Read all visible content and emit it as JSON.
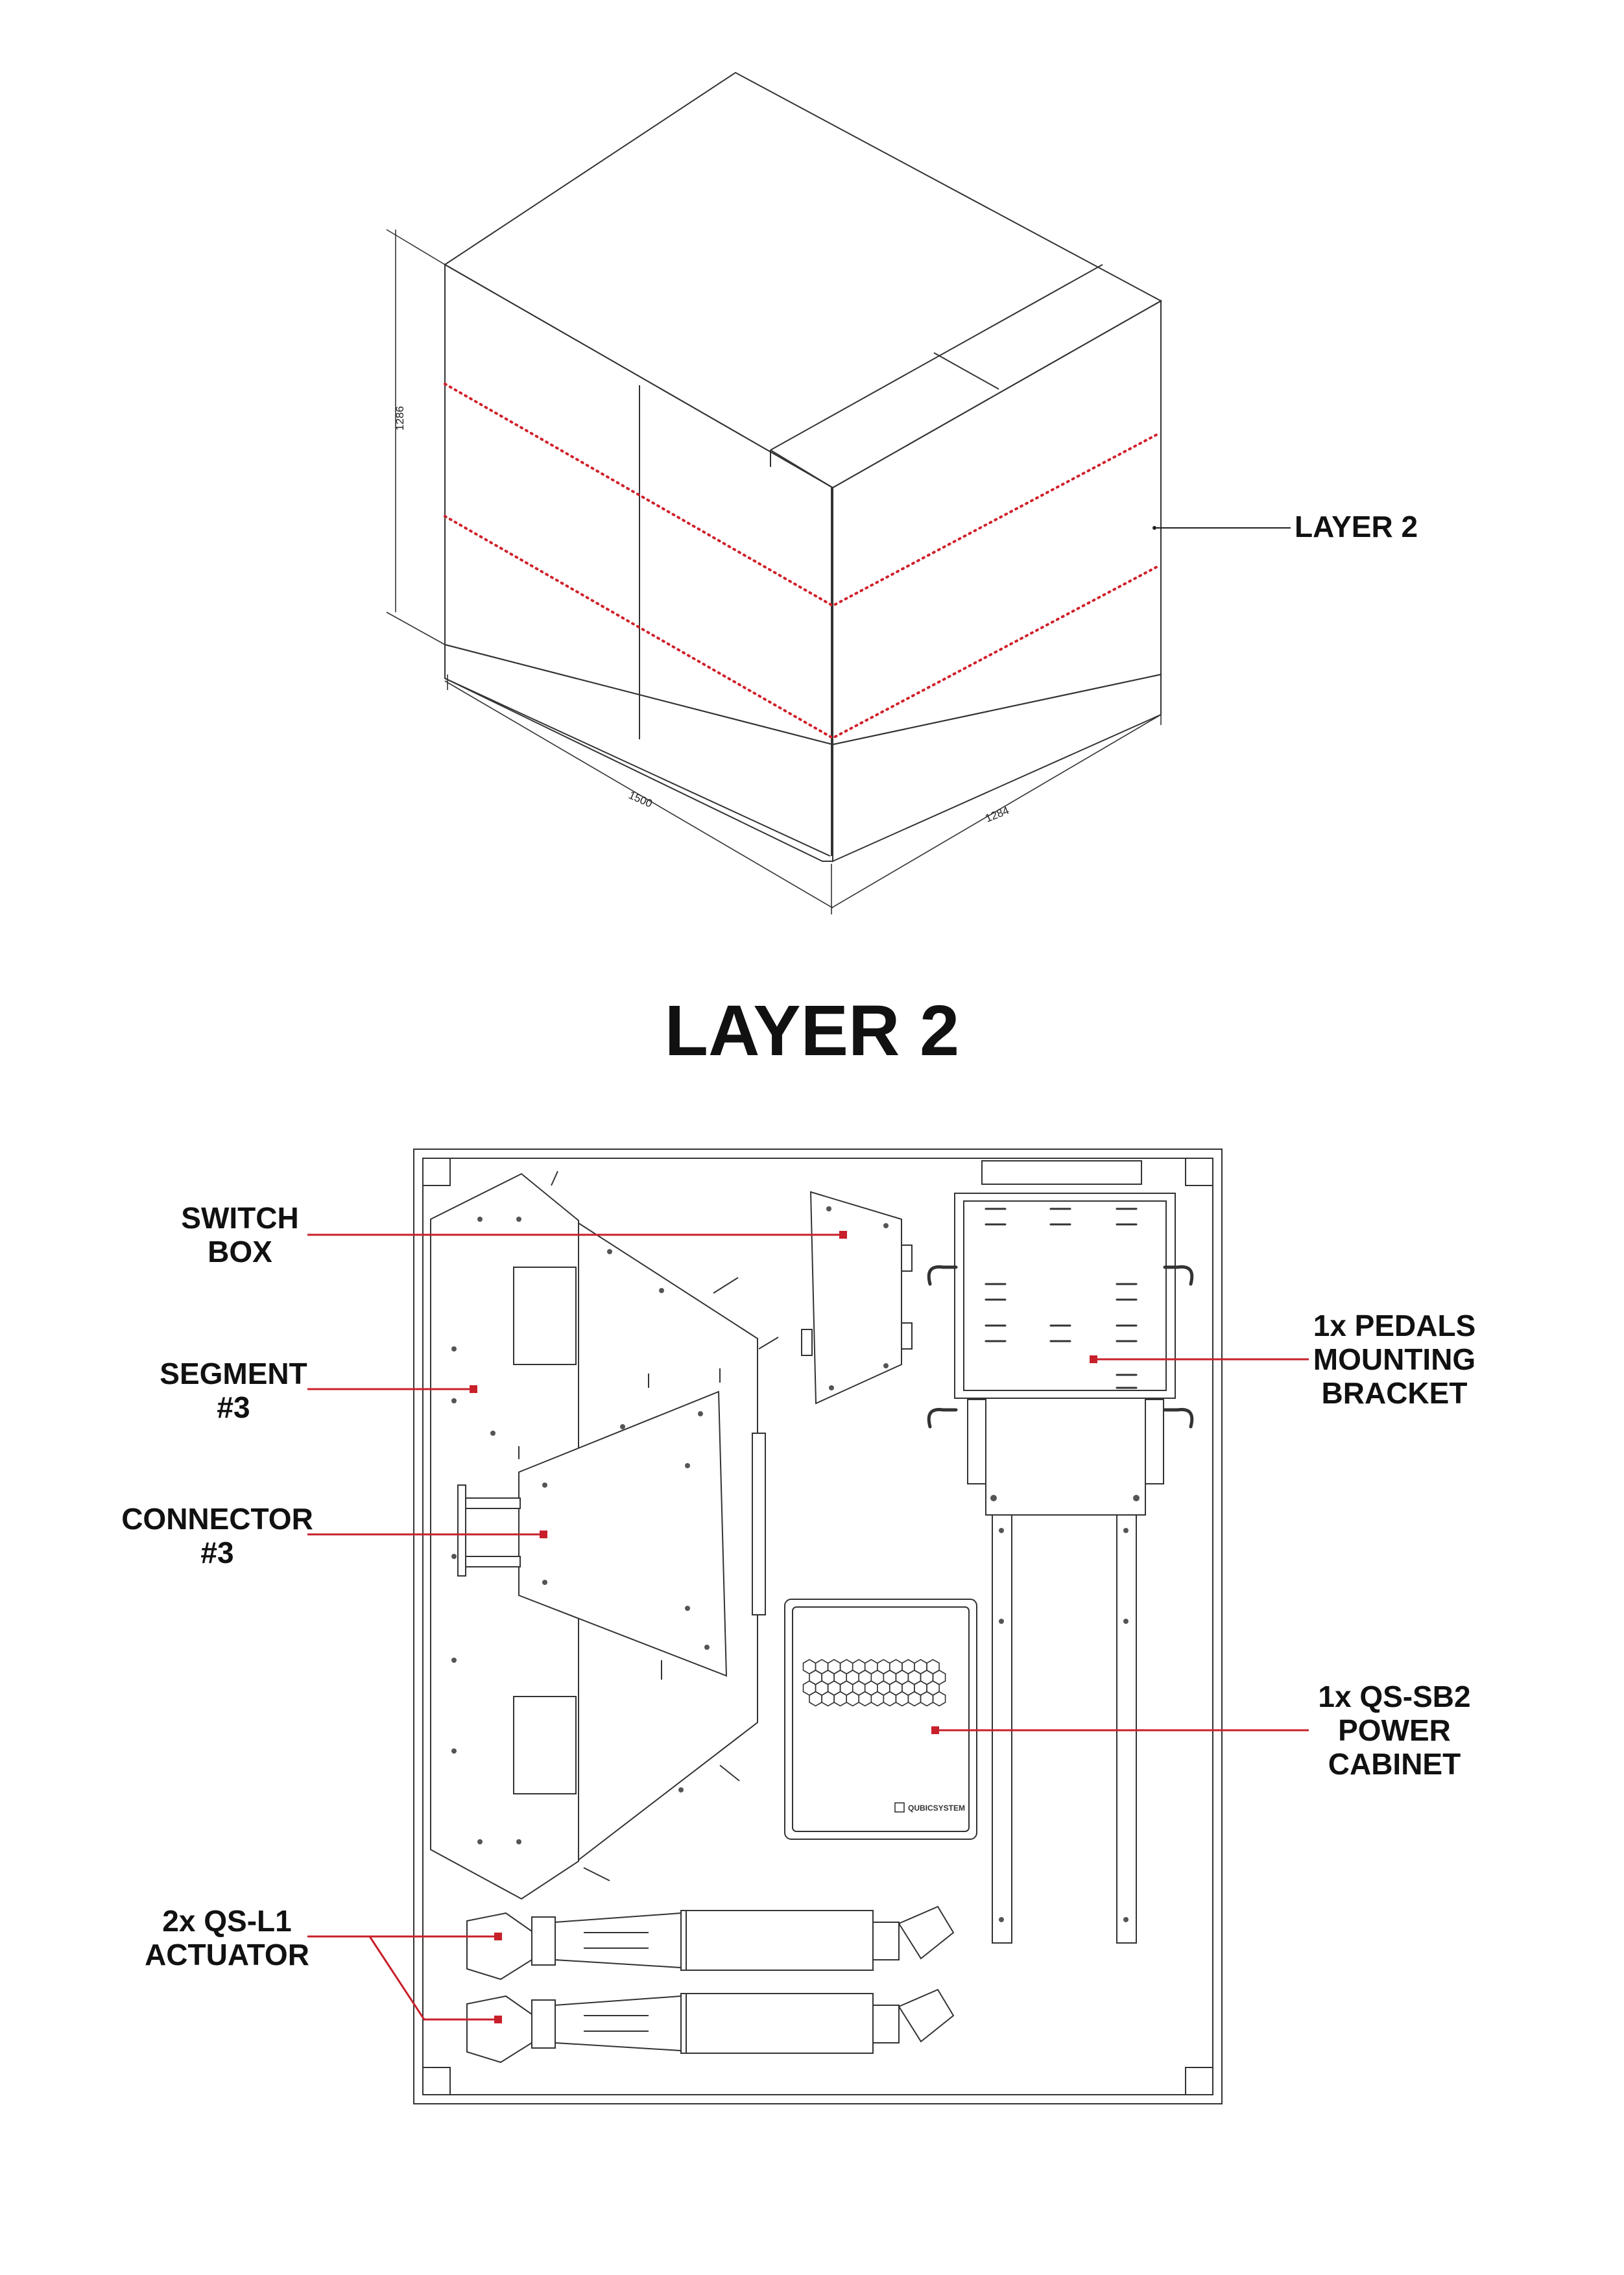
{
  "title": "LAYER 2",
  "iso_view": {
    "callout": "LAYER 2",
    "dimensions": {
      "height": "1286",
      "length": "1500",
      "width": "1284"
    },
    "accent_color": "#d0202a"
  },
  "plan_view": {
    "accent_color": "#c8202a",
    "callouts": {
      "switch_box": [
        "SWITCH",
        "BOX"
      ],
      "segment": [
        "SEGMENT",
        "#3"
      ],
      "connector": [
        "CONNECTOR",
        "#3"
      ],
      "actuator": [
        "2x QS-L1",
        "ACTUATOR"
      ],
      "pedals": [
        "1x PEDALS",
        "MOUNTING",
        "BRACKET"
      ],
      "power_cabinet": [
        "1x QS-SB2",
        "POWER",
        "CABINET"
      ]
    },
    "brand_logo": "QUBICSYSTEM"
  }
}
